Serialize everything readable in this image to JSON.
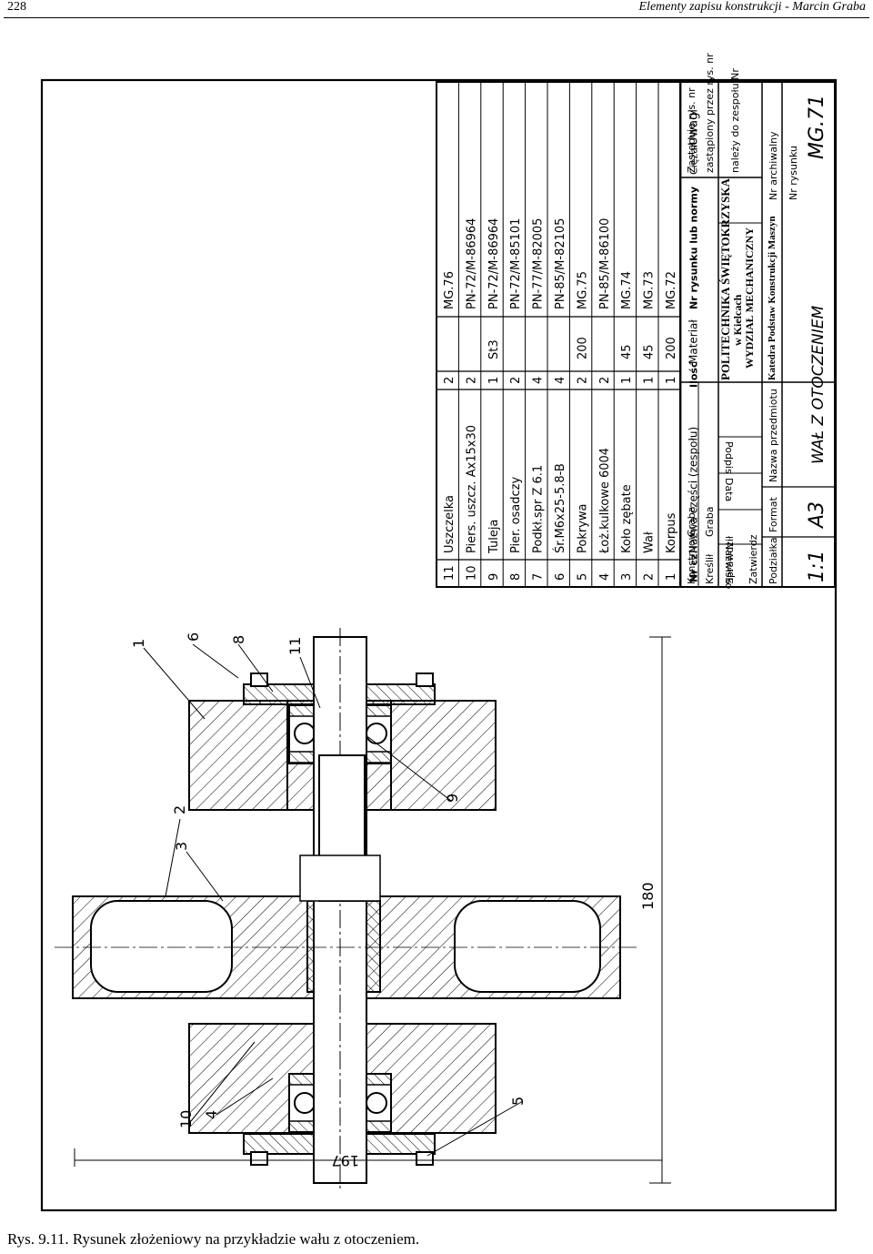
{
  "header": {
    "page_number": "228",
    "book_title": "Elementy zapisu konstrukcji - Marcin Graba"
  },
  "caption": "Rys. 9.11. Rysunek złożeniowy na przykładzie wału z otoczeniem.",
  "dimensions": {
    "overall": "197",
    "shaft": "180"
  },
  "callouts": [
    "1",
    "2",
    "3",
    "4",
    "5",
    "6",
    "8",
    "9",
    "10",
    "11"
  ],
  "parts_list": {
    "headers": {
      "nr": "Nr cz.",
      "name": "Nazwa części (zespołu)",
      "qty": "Ilość",
      "material": "Materiał",
      "standard": "Nr rysunku lub normy",
      "weight": "Ciężar",
      "notes": "Uwagi"
    },
    "rows": [
      {
        "nr": "11",
        "name": "Uszczelka",
        "qty": "2",
        "material": "",
        "standard": "MG.76"
      },
      {
        "nr": "10",
        "name": "Piers. uszcz. Ax15x30",
        "qty": "2",
        "material": "",
        "standard": "PN-72/M-86964"
      },
      {
        "nr": "9",
        "name": "Tuleja",
        "qty": "1",
        "material": "St3",
        "standard": "PN-72/M-86964"
      },
      {
        "nr": "8",
        "name": "Pier. osadczy",
        "qty": "2",
        "material": "",
        "standard": "PN-72/M-85101"
      },
      {
        "nr": "7",
        "name": "Podkł.spr Z 6.1",
        "qty": "4",
        "material": "",
        "standard": "PN-77/M-82005"
      },
      {
        "nr": "6",
        "name": "Śr.M6x25-5.8-B",
        "qty": "4",
        "material": "",
        "standard": "PN-85/M-82105"
      },
      {
        "nr": "5",
        "name": "Pokrywa",
        "qty": "2",
        "material": "200",
        "standard": "MG.75"
      },
      {
        "nr": "4",
        "name": "Łoż.kulkowe 6004",
        "qty": "2",
        "material": "",
        "standard": "PN-85/M-86100"
      },
      {
        "nr": "3",
        "name": "Koło zębate",
        "qty": "1",
        "material": "45",
        "standard": "MG.74"
      },
      {
        "nr": "2",
        "name": "Wał",
        "qty": "1",
        "material": "45",
        "standard": "MG.73"
      },
      {
        "nr": "1",
        "name": "Korpus",
        "qty": "1",
        "material": "200",
        "standard": "MG.72"
      }
    ]
  },
  "title_block": {
    "roles": [
      "Konstruow",
      "Kreślił",
      "Sprawdził",
      "Zatwierdz"
    ],
    "names": [
      "Graba",
      "Graba"
    ],
    "col_nazwisko": "Nazwisko",
    "col_data": "Data",
    "col_podpis": "Podpis",
    "institution": "POLITECHNIKA ŚWIĘTOKRZYSKA",
    "city": "w Kielcach",
    "faculty": "WYDZIAŁ MECHANICZNY",
    "department": "Katedra Podstaw Konstrukcji Maszyn",
    "replaces": "Zastępuje rys. nr",
    "replaced_by": "zastąpiony przez rys. nr",
    "belongs_to": "należy do zespołu Nr",
    "archive_no": "Nr archiwalny",
    "podzialka_label": "Podziałka",
    "podzialka": "1:1",
    "format_label": "Format",
    "format": "A3",
    "subject_label": "Nazwa przedmiotu",
    "subject": "WAŁ Z OTOCZENIEM",
    "drawing_no_label": "Nr rysunku",
    "drawing_no": "MG.71"
  }
}
